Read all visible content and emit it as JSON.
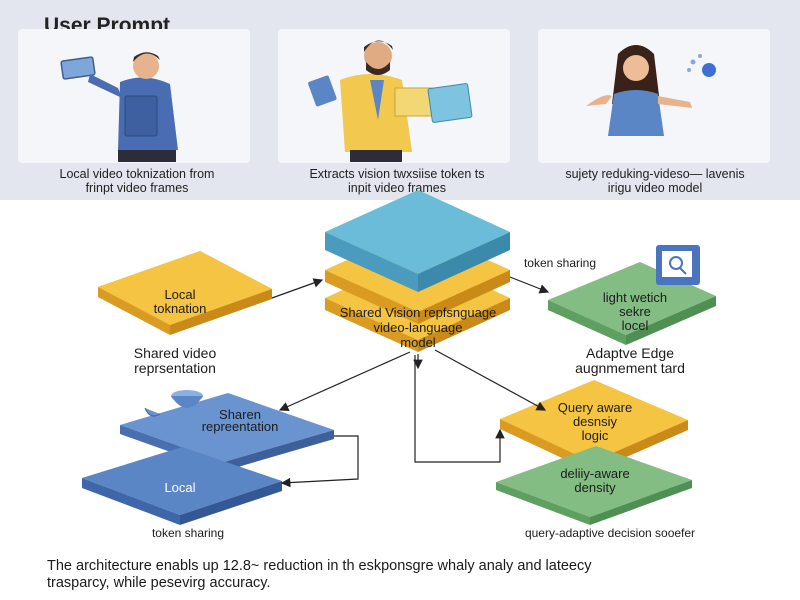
{
  "header": {
    "title": "User Prompt"
  },
  "panels": [
    {
      "caption_l1": "Local video toknization from",
      "caption_l2": "frinpt video frames"
    },
    {
      "caption_l1": "Extracts vision twxsiise token ts",
      "caption_l2": "inpit video frames"
    },
    {
      "caption_l1": "sujety reduking-videso— lavenis",
      "caption_l2": "irigu video model"
    }
  ],
  "diagram": {
    "local_tokenization": {
      "l1": "Local",
      "l2": "toknation"
    },
    "shared_video_rep": {
      "l1": "Shared video",
      "l2": "reprsentation"
    },
    "shared_model": {
      "l1": "Shared Vision repfsnguage",
      "l2": "video-language",
      "l3": "model"
    },
    "token_sharing_top": "token sharing",
    "lightweight_model": {
      "l1": "light wetich",
      "l2": "sekre",
      "l3": "locel"
    },
    "adaptive_edge": {
      "l1": "Adaptve Edge",
      "l2": "augnmement tard"
    },
    "shared_rep_block": {
      "l1": "Sharen",
      "l2": "repreentation"
    },
    "local_block": "Local",
    "token_sharing_bottom": "token sharing",
    "query_aware": {
      "l1": "Query aware",
      "l2": "desnsiy",
      "l3": "logic"
    },
    "density_aware": {
      "l1": "deliiy-aware",
      "l2": "density"
    },
    "query_adaptive": "query-adaptive decision sooefer",
    "colors": {
      "yellow": "#f5c442",
      "blue": "#5a86c5",
      "green": "#83bd84",
      "teal": "#6bbcd8"
    }
  },
  "footer": {
    "l1": "The architecture enabls up 12.8~ reduction in th eskponsgre  whaly analy and lateecy",
    "l2": "trasparcy, while pesevirg accuracy."
  }
}
